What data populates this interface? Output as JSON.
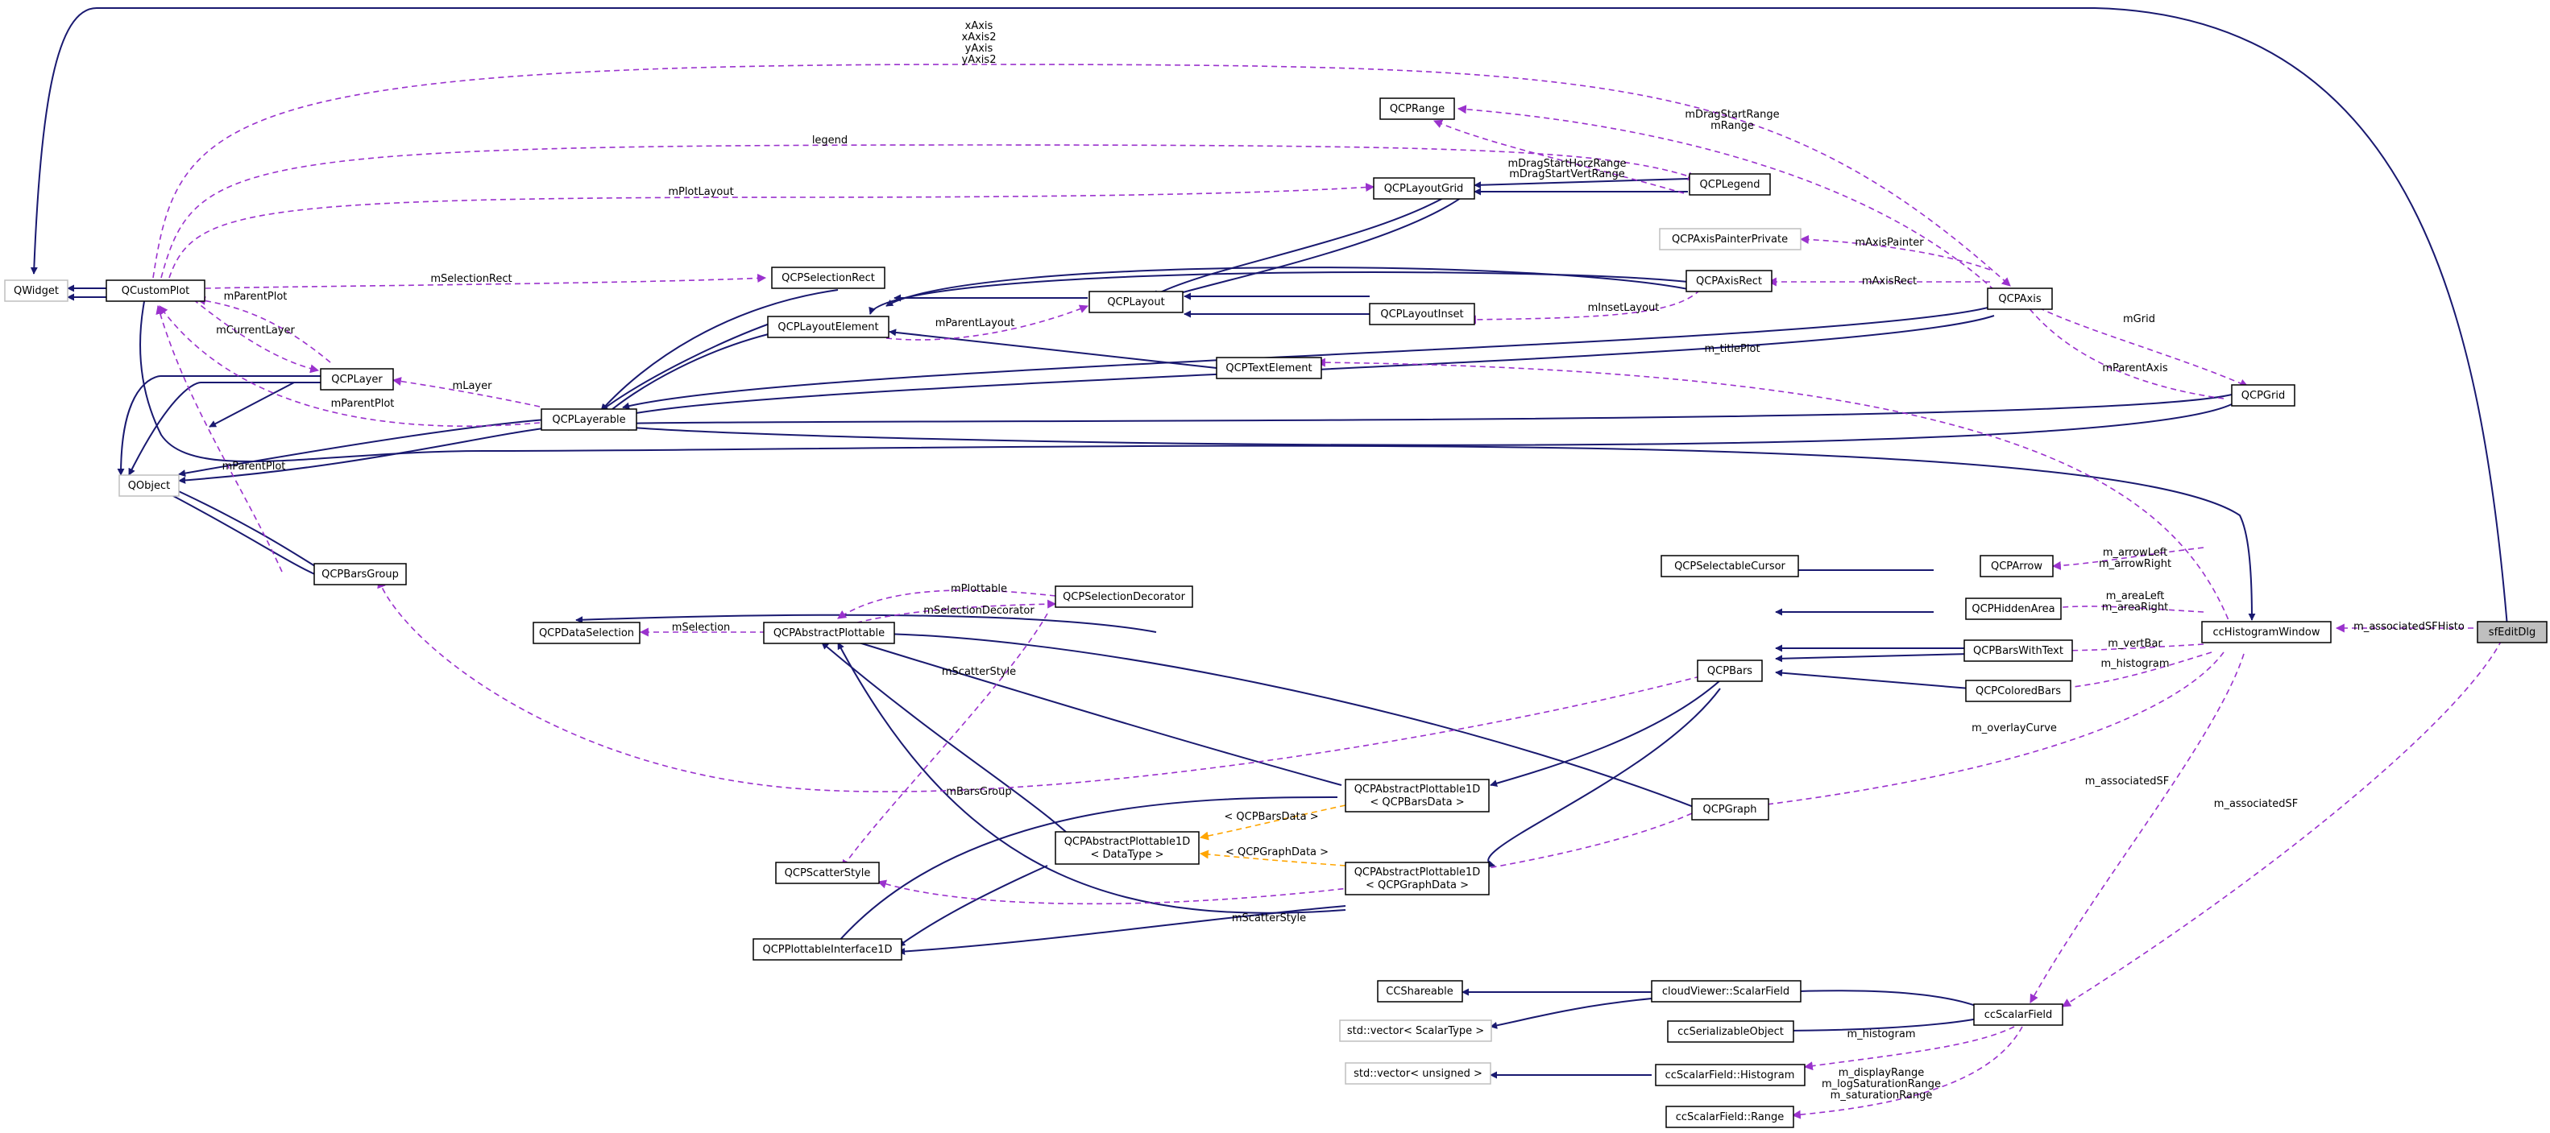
{
  "colors": {
    "inheritance_edge": "#191970",
    "usage_edge": "#9a32cd",
    "template_edge": "#ffa500",
    "focus_node_fill": "#bfbfbf",
    "external_node_border": "#bfbfbf"
  },
  "nodes": {
    "qwidget": "QWidget",
    "qcustomplot": "QCustomPlot",
    "qobject": "QObject",
    "qcplayer": "QCPLayer",
    "qcpbarsgroup": "QCPBarsGroup",
    "qcplayerable": "QCPLayerable",
    "qcplayoutelement": "QCPLayoutElement",
    "qcpselectionrect": "QCPSelectionRect",
    "qcplayout": "QCPLayout",
    "qcplayoutgrid": "QCPLayoutGrid",
    "qcplayoutinset": "QCPLayoutInset",
    "qcptextelement": "QCPTextElement",
    "qcprange": "QCPRange",
    "qcplegend": "QCPLegend",
    "qcpaxispainterprivate": "QCPAxisPainterPrivate",
    "qcpaxisrect": "QCPAxisRect",
    "qcpaxis": "QCPAxis",
    "qcpgrid": "QCPGrid",
    "qcpdataselection": "QCPDataSelection",
    "qcpabstractplottable": "QCPAbstractPlottable",
    "qcpselectiondecorator": "QCPSelectionDecorator",
    "qcpselectablecursor": "QCPSelectableCursor",
    "qcparrow": "QCPArrow",
    "qcphiddenarea": "QCPHiddenArea",
    "qcpbars": "QCPBars",
    "qcpbarswithtext": "QCPBarsWithText",
    "qcpcoloredbars": "QCPColoredBars",
    "cchistogramwindow": "ccHistogramWindow",
    "sfeditdlg": "sfEditDlg",
    "qcpabstractplottable1d_bars_l1": "QCPAbstractPlottable1D",
    "qcpabstractplottable1d_bars_l2": "< QCPBarsData >",
    "qcpabstractplottable1d_dt_l1": "QCPAbstractPlottable1D",
    "qcpabstractplottable1d_dt_l2": "< DataType >",
    "qcpabstractplottable1d_graph_l1": "QCPAbstractPlottable1D",
    "qcpabstractplottable1d_graph_l2": "< QCPGraphData >",
    "qcpgraph": "QCPGraph",
    "qcpscatterstyle": "QCPScatterStyle",
    "qcpplottableinterface1d": "QCPPlottableInterface1D",
    "ccshareable": "CCShareable",
    "vector_scalartype": "std::vector< ScalarType >",
    "vector_unsigned": "std::vector< unsigned >",
    "cloudviewer_scalarfield": "cloudViewer::ScalarField",
    "ccserializableobject": "ccSerializableObject",
    "ccscalarfield": "ccScalarField",
    "ccscalarfield_histogram": "ccScalarField::Histogram",
    "ccscalarfield_range": "ccScalarField::Range"
  },
  "edge_labels": {
    "axes_1": "xAxis",
    "axes_2": "xAxis2",
    "axes_3": "yAxis",
    "axes_4": "yAxis2",
    "legend": "legend",
    "plot_layout": "mPlotLayout",
    "selection_rect": "mSelectionRect",
    "parent_plot_layer": "mParentPlot",
    "current_layer": "mCurrentLayer",
    "layer": "mLayer",
    "parent_plot_layerable": "mParentPlot",
    "parent_plot_barsgroup": "mParentPlot",
    "parent_layout": "mParentLayout",
    "drag_range_1": "mDragStartRange",
    "drag_range_2": "mRange",
    "drag_horz_vert_1": "mDragStartHorzRange",
    "drag_horz_vert_2": "mDragStartVertRange",
    "axis_painter": "mAxisPainter",
    "axis_rect": "mAxisRect",
    "inset_layout": "mInsetLayout",
    "grid": "mGrid",
    "title_plot": "m_titlePlot",
    "parent_axis": "mParentAxis",
    "selection": "mSelection",
    "plottable": "mPlottable",
    "selection_decorator": "mSelectionDecorator",
    "scatter_style_decorator": "mScatterStyle",
    "bars_group": "mBarsGroup",
    "tpl_bars_data": "< QCPBarsData >",
    "tpl_graph_data": "< QCPGraphData >",
    "scatter_style_graph": "mScatterStyle",
    "arrows_1": "m_arrowLeft",
    "arrows_2": "m_arrowRight",
    "areas_1": "m_areaLeft",
    "areas_2": "m_areaRight",
    "vert_bar": "m_vertBar",
    "histogram_bars": "m_histogram",
    "overlay_curve": "m_overlayCurve",
    "associated_sf_histo": "m_associatedSFHisto",
    "associated_sf_win": "m_associatedSF",
    "associated_sf_dlg": "m_associatedSF",
    "sf_histogram": "m_histogram",
    "ranges_1": "m_displayRange",
    "ranges_2": "m_logSaturationRange",
    "ranges_3": "m_saturationRange"
  }
}
